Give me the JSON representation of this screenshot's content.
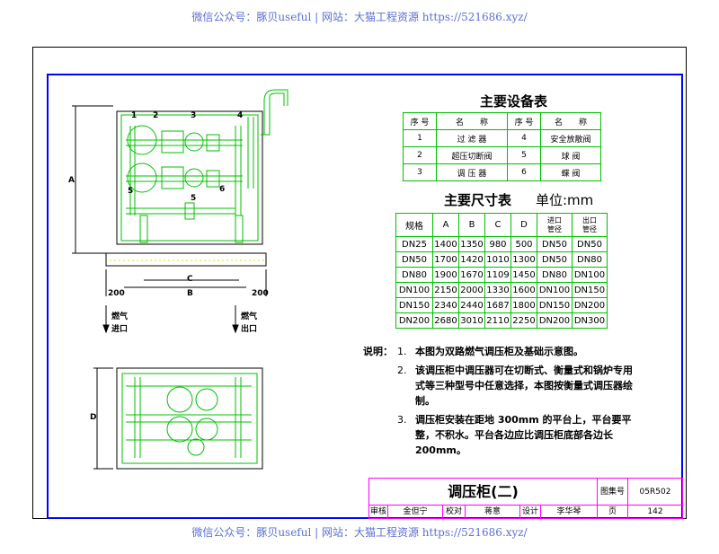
{
  "watermark_top": "微信公众号：豚贝useful | 网站：大猫工程资源 https://521686.xyz/",
  "watermark_bottom": "微信公众号：豚贝useful | 网站：大猫工程资源 https://521686.xyz/",
  "equipment_table": {
    "title": "主要设备表",
    "headers": [
      "序 号",
      "名　　称",
      "序 号",
      "名　　称"
    ],
    "rows": [
      [
        "1",
        "过 滤 器",
        "4",
        "安全放散阀"
      ],
      [
        "2",
        "超压切断阀",
        "5",
        "球 阀"
      ],
      [
        "3",
        "调 压 器",
        "6",
        "蝶 阀"
      ]
    ]
  },
  "dimension_table": {
    "title": "主要尺寸表",
    "unit": "单位:mm",
    "headers": [
      "规格",
      "A",
      "B",
      "C",
      "D",
      "进口\n管径",
      "出口\n管径"
    ],
    "rows": [
      [
        "DN25",
        "1400",
        "1350",
        "980",
        "500",
        "DN50",
        "DN50"
      ],
      [
        "DN50",
        "1700",
        "1420",
        "1010",
        "1300",
        "DN50",
        "DN80"
      ],
      [
        "DN80",
        "1900",
        "1670",
        "1109",
        "1450",
        "DN80",
        "DN100"
      ],
      [
        "DN100",
        "2150",
        "2000",
        "1330",
        "1600",
        "DN100",
        "DN150"
      ],
      [
        "DN150",
        "2340",
        "2440",
        "1687",
        "1800",
        "DN150",
        "DN200"
      ],
      [
        "DN200",
        "2680",
        "3010",
        "2110",
        "2250",
        "DN200",
        "DN300"
      ]
    ]
  },
  "notes": {
    "label": "说明：",
    "items": [
      {
        "num": "1.",
        "text": "本图为双路燃气调压柜及基础示意图。"
      },
      {
        "num": "2.",
        "text": "该调压柜中调压器可在切断式、衡量式和锅炉专用式等三种型号中任意选择，本图按衡量式调压器绘制。"
      },
      {
        "num": "3.",
        "text": "调压柜安装在距地 300mm 的平台上，平台要平整，不积水。平台各边应比调压柜底部各边长200mm。"
      }
    ]
  },
  "drawing_labels": {
    "nums": [
      "1",
      "2",
      "3",
      "4",
      "5",
      "5",
      "6"
    ],
    "dim_A": "A",
    "dim_B": "B",
    "dim_C": "C",
    "dim_D": "D",
    "dim_200_left": "200",
    "dim_200_right": "200",
    "gas_in": "燃气\n进口",
    "gas_out": "燃气\n出口"
  },
  "title_block": {
    "title": "调压柜(二)",
    "atlas_label": "图集号",
    "atlas_no": "05R502",
    "page_label": "页",
    "page_no": "142",
    "review_label": "审核",
    "reviewer": "金但宁",
    "check_label": "校对",
    "checker": "蒋意",
    "design_label": "设计",
    "designer": "李华琴"
  },
  "colors": {
    "frame": "#0000ff",
    "drawing": "#00c000",
    "title_block": "#ff00ff",
    "watermark": "#5b6fd6"
  }
}
